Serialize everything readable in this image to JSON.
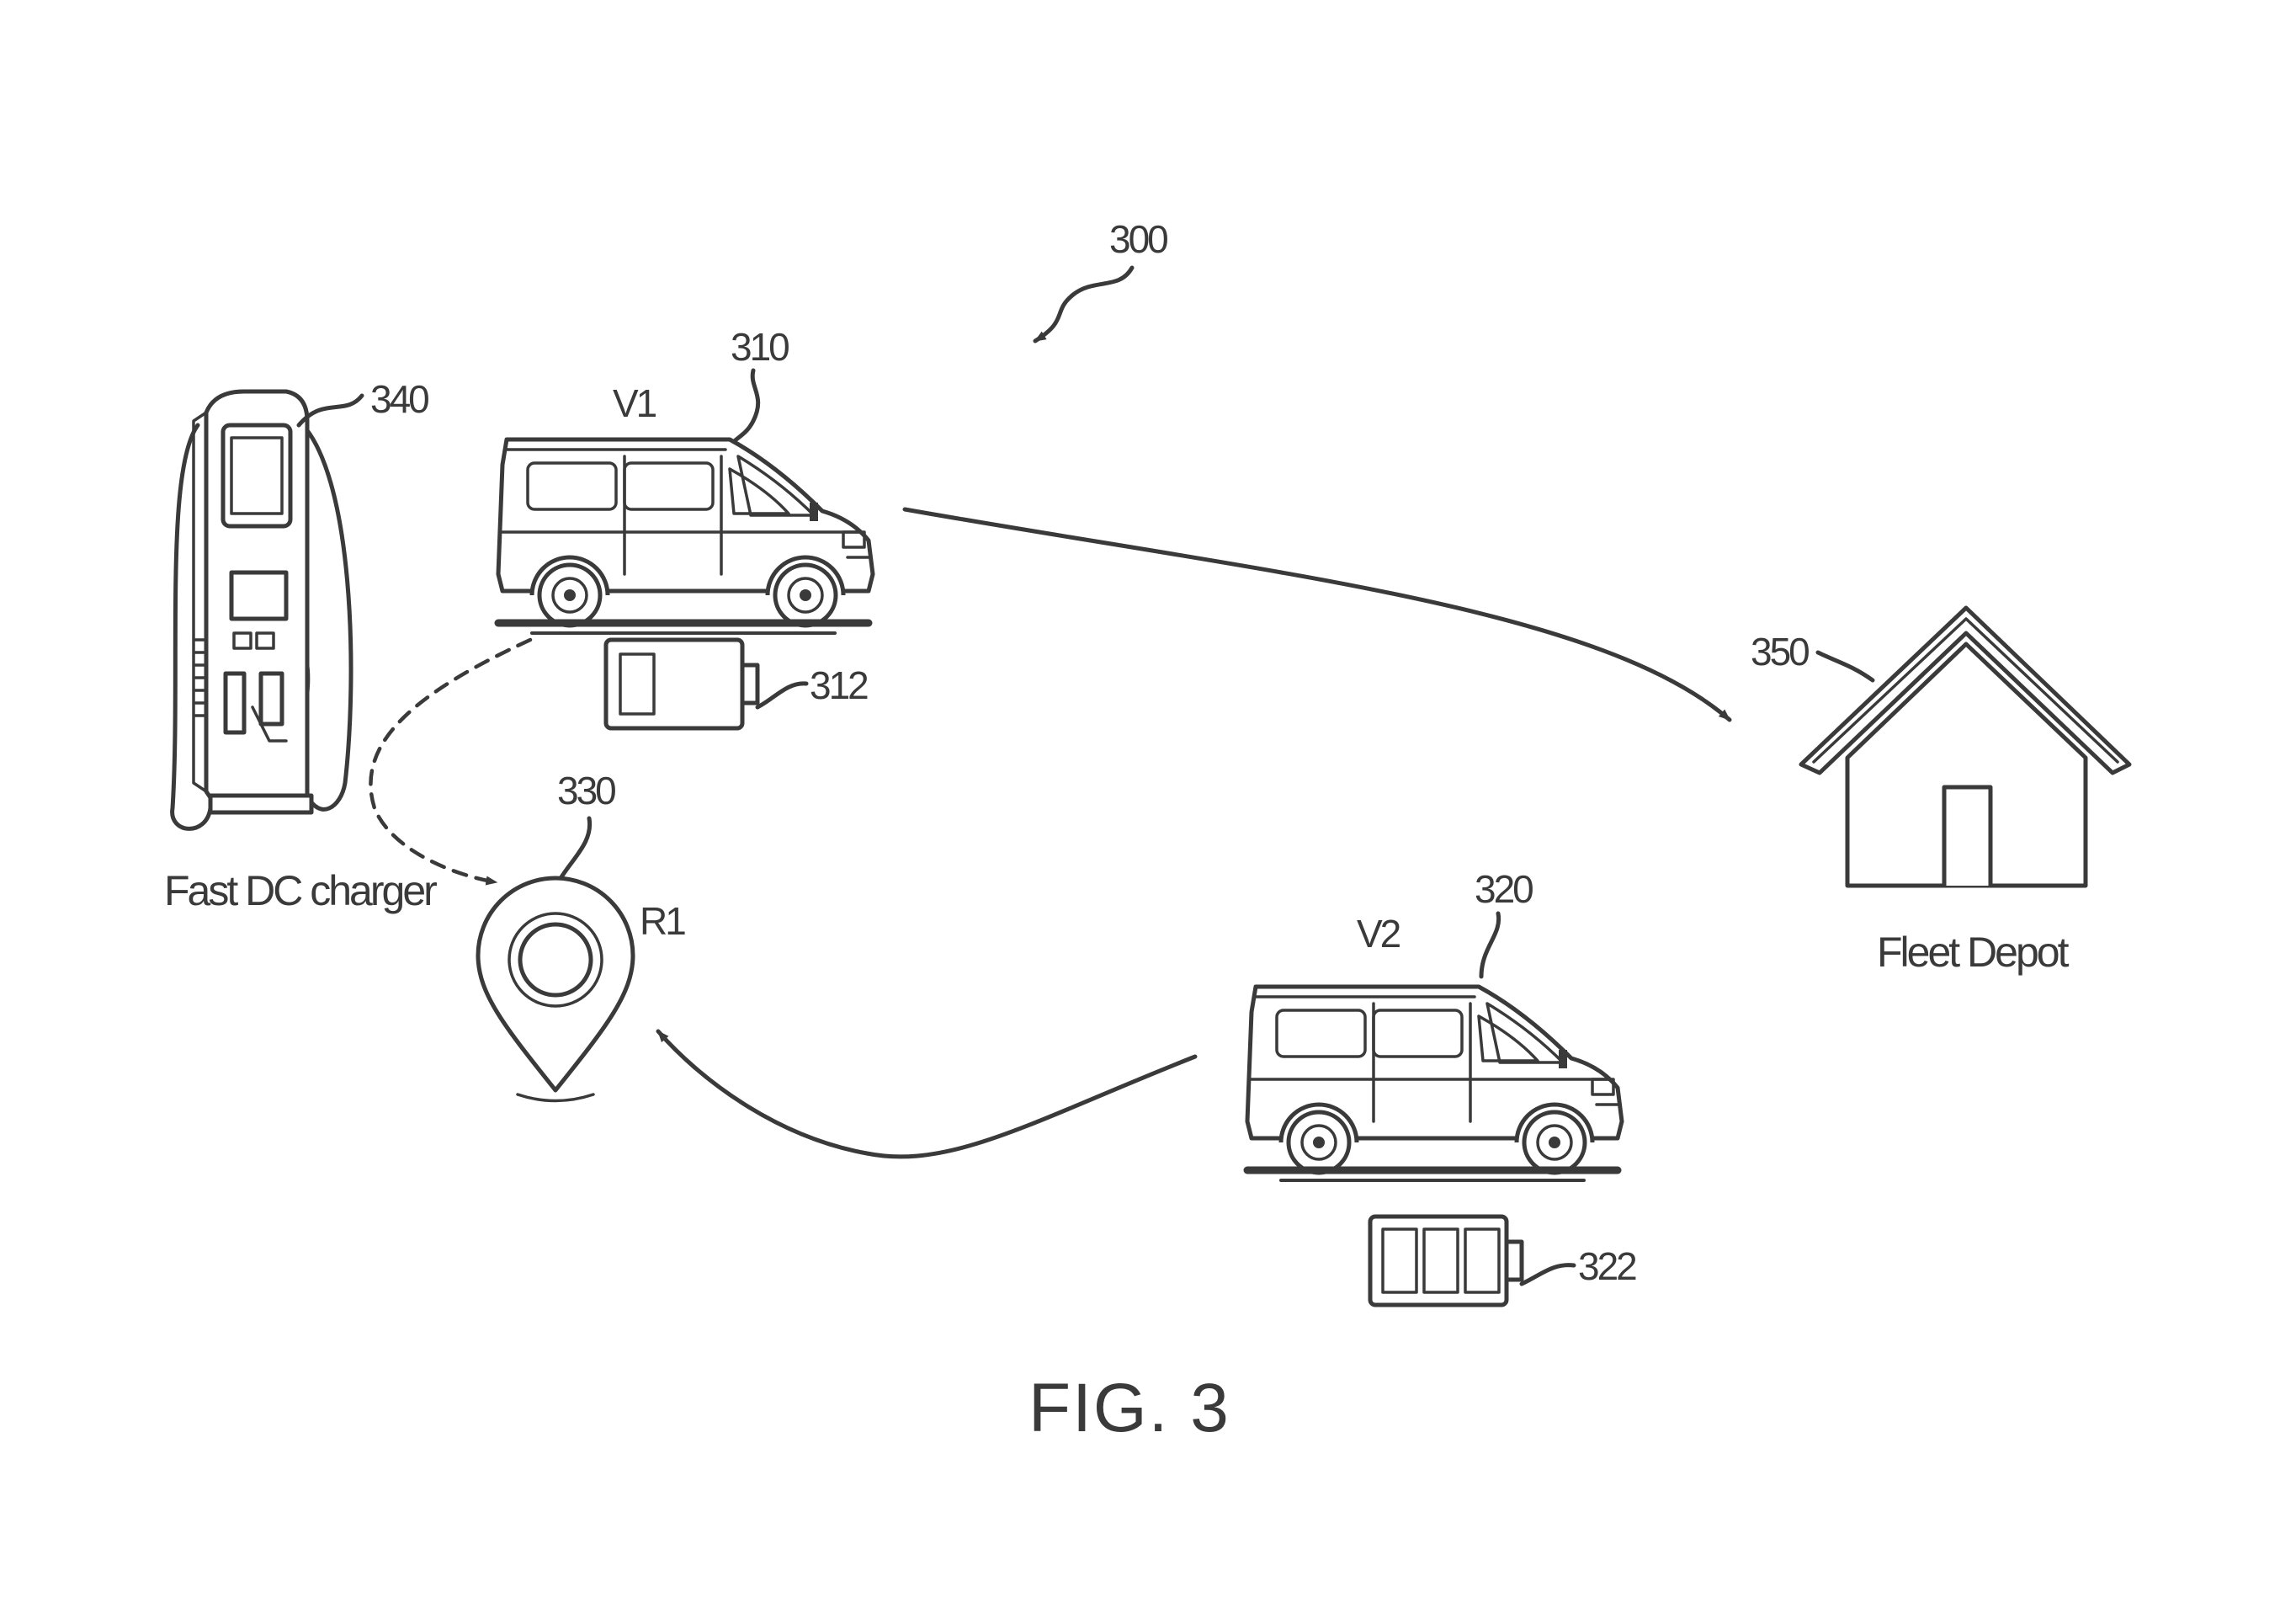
{
  "figure": {
    "caption": "FIG. 3",
    "system_ref": "300"
  },
  "vehicles": [
    {
      "name": "V1",
      "ref": "310",
      "battery_ref": "312",
      "battery_segments": 1
    },
    {
      "name": "V2",
      "ref": "320",
      "battery_ref": "322",
      "battery_segments": 3
    }
  ],
  "charger": {
    "label": "Fast DC charger",
    "ref": "340"
  },
  "location": {
    "name": "R1",
    "ref": "330"
  },
  "depot": {
    "label": "Fleet Depot",
    "ref": "350"
  },
  "icons": [
    "charging-station-icon",
    "van-icon",
    "battery-icon",
    "map-pin-icon",
    "house-icon"
  ]
}
